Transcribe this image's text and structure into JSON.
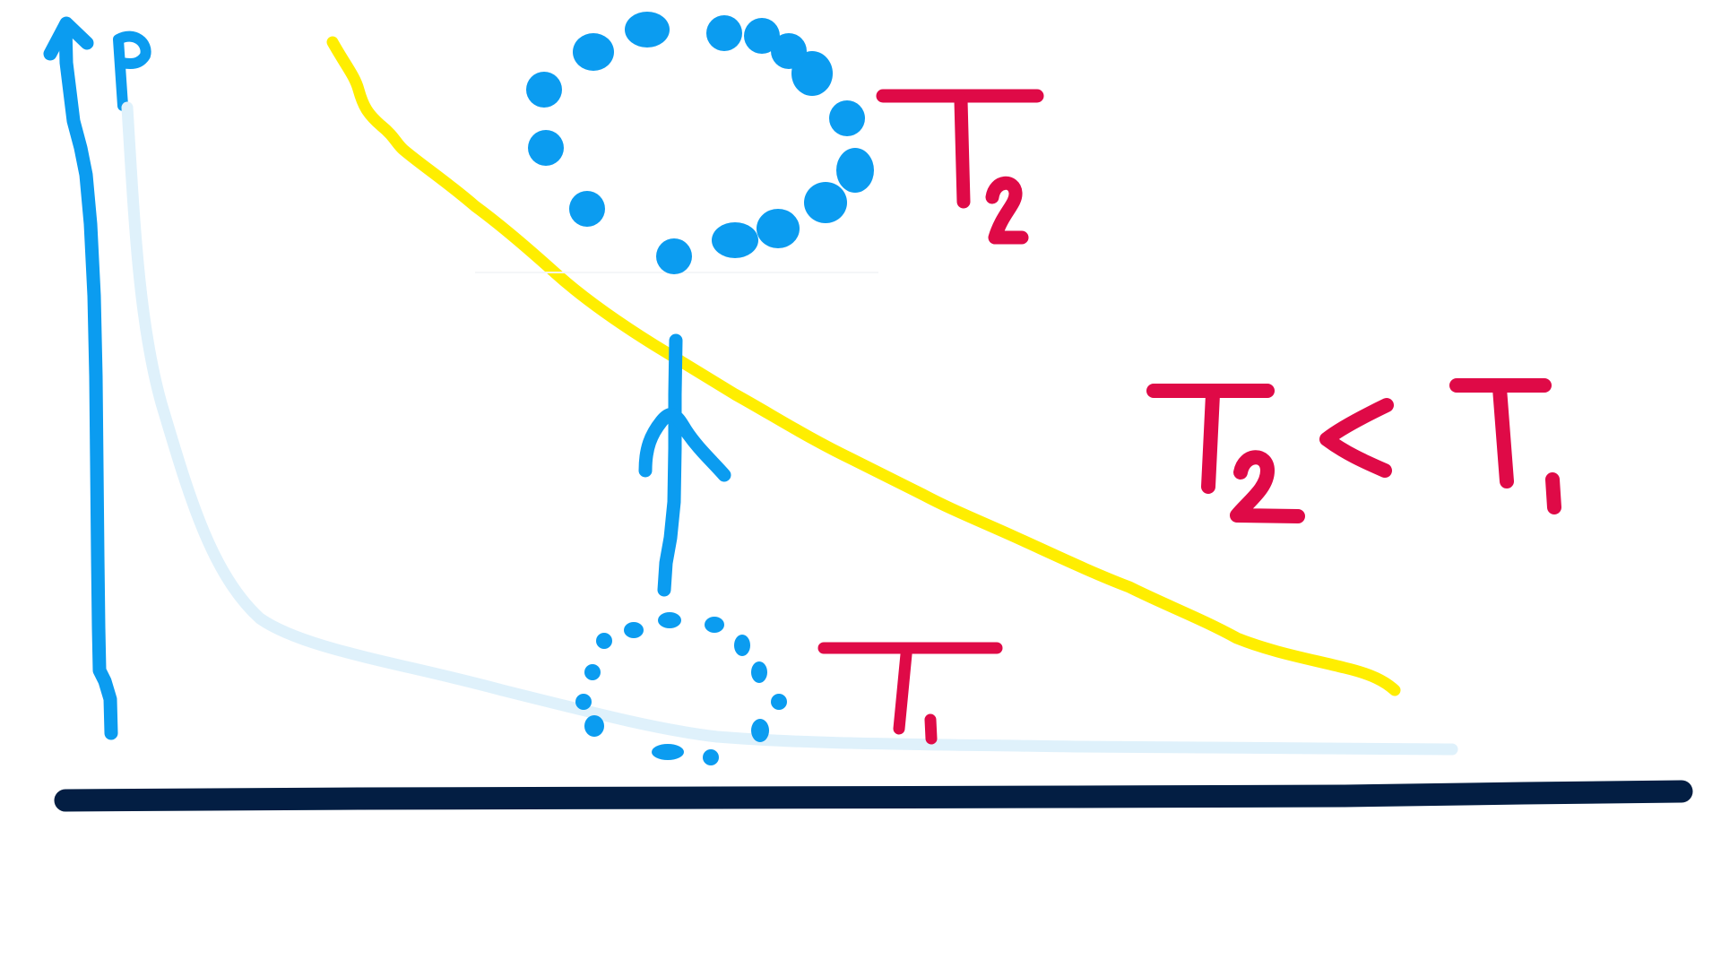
{
  "colors": {
    "background": "#ffffff",
    "axis_blue": "#0b9cf0",
    "faint_curve": "#dff1fb",
    "yellow_curve": "#ffee00",
    "label_red": "#df0a47",
    "baseline_navy": "#031e43"
  },
  "labels": {
    "axis_p": "P",
    "t2_circle": "T",
    "t2_circle_sub": "2",
    "t1_circle": "T",
    "t1_circle_sub": "1",
    "rel_t2": "T",
    "rel_t2_sub": "2",
    "rel_lt": "<",
    "rel_t1": "T",
    "rel_t1_sub": "1"
  }
}
